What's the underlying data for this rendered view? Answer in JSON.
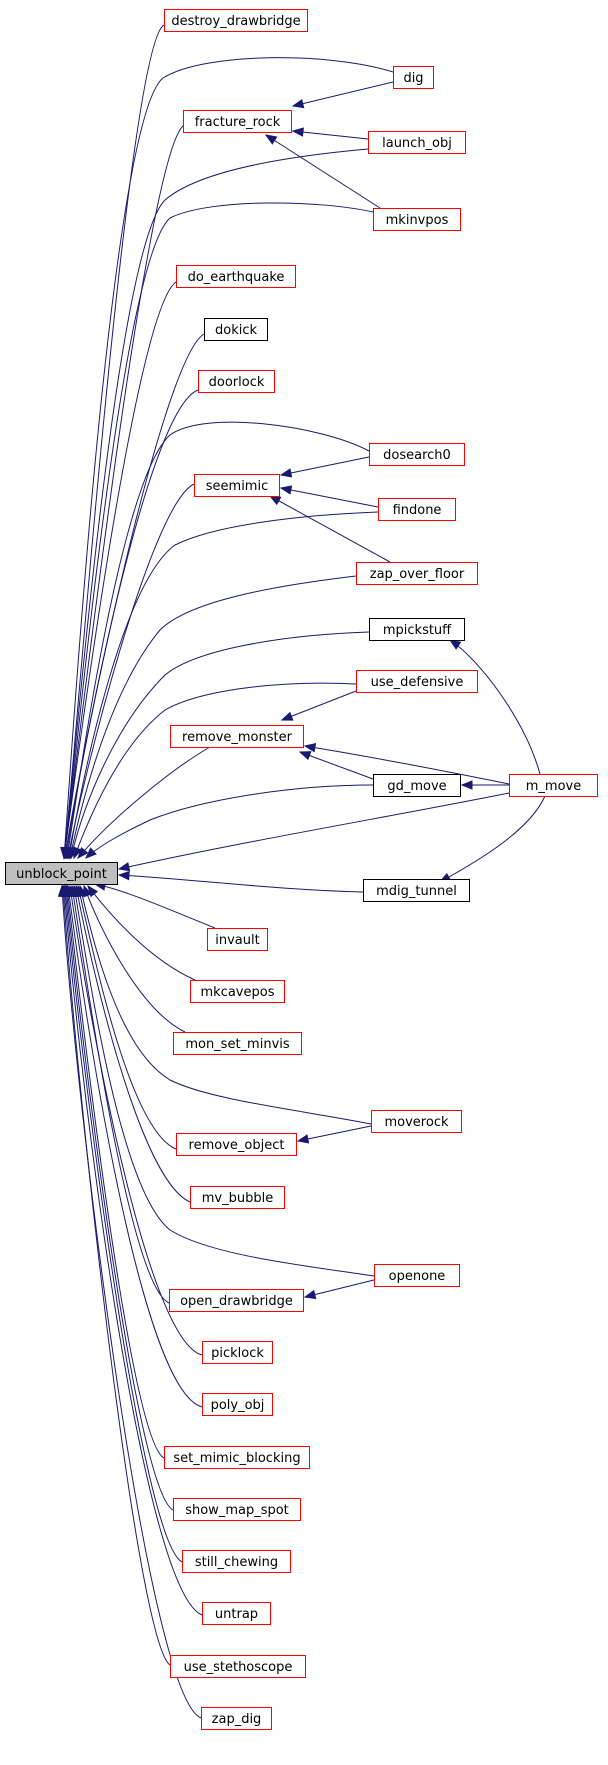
{
  "graph": {
    "root": "unblock_point",
    "colors": {
      "edge": "#191970",
      "red_border": "#ff0000",
      "black_border": "#000000",
      "root_fill": "#bfbfbf",
      "node_fill": "#ffffff"
    },
    "nodes": [
      {
        "id": "unblock_point",
        "label": "unblock_point",
        "border": "black",
        "root": true
      },
      {
        "id": "destroy_drawbridge",
        "label": "destroy_drawbridge",
        "border": "red"
      },
      {
        "id": "dig",
        "label": "dig",
        "border": "red"
      },
      {
        "id": "fracture_rock",
        "label": "fracture_rock",
        "border": "red"
      },
      {
        "id": "launch_obj",
        "label": "launch_obj",
        "border": "red"
      },
      {
        "id": "mkinvpos",
        "label": "mkinvpos",
        "border": "red"
      },
      {
        "id": "do_earthquake",
        "label": "do_earthquake",
        "border": "red"
      },
      {
        "id": "dokick",
        "label": "dokick",
        "border": "black"
      },
      {
        "id": "doorlock",
        "label": "doorlock",
        "border": "red"
      },
      {
        "id": "dosearch0",
        "label": "dosearch0",
        "border": "red"
      },
      {
        "id": "seemimic",
        "label": "seemimic",
        "border": "red"
      },
      {
        "id": "findone",
        "label": "findone",
        "border": "red"
      },
      {
        "id": "zap_over_floor",
        "label": "zap_over_floor",
        "border": "red"
      },
      {
        "id": "mpickstuff",
        "label": "mpickstuff",
        "border": "black"
      },
      {
        "id": "use_defensive",
        "label": "use_defensive",
        "border": "red"
      },
      {
        "id": "remove_monster",
        "label": "remove_monster",
        "border": "red"
      },
      {
        "id": "gd_move",
        "label": "gd_move",
        "border": "black"
      },
      {
        "id": "m_move",
        "label": "m_move",
        "border": "red"
      },
      {
        "id": "mdig_tunnel",
        "label": "mdig_tunnel",
        "border": "black"
      },
      {
        "id": "invault",
        "label": "invault",
        "border": "red"
      },
      {
        "id": "mkcavepos",
        "label": "mkcavepos",
        "border": "red"
      },
      {
        "id": "mon_set_minvis",
        "label": "mon_set_minvis",
        "border": "red"
      },
      {
        "id": "moverock",
        "label": "moverock",
        "border": "red"
      },
      {
        "id": "remove_object",
        "label": "remove_object",
        "border": "red"
      },
      {
        "id": "mv_bubble",
        "label": "mv_bubble",
        "border": "red"
      },
      {
        "id": "openone",
        "label": "openone",
        "border": "red"
      },
      {
        "id": "open_drawbridge",
        "label": "open_drawbridge",
        "border": "red"
      },
      {
        "id": "picklock",
        "label": "picklock",
        "border": "red"
      },
      {
        "id": "poly_obj",
        "label": "poly_obj",
        "border": "red"
      },
      {
        "id": "set_mimic_blocking",
        "label": "set_mimic_blocking",
        "border": "red"
      },
      {
        "id": "show_map_spot",
        "label": "show_map_spot",
        "border": "red"
      },
      {
        "id": "still_chewing",
        "label": "still_chewing",
        "border": "red"
      },
      {
        "id": "untrap",
        "label": "untrap",
        "border": "red"
      },
      {
        "id": "use_stethoscope",
        "label": "use_stethoscope",
        "border": "red"
      },
      {
        "id": "zap_dig",
        "label": "zap_dig",
        "border": "red"
      }
    ],
    "edges": [
      {
        "from": "destroy_drawbridge",
        "to": "unblock_point"
      },
      {
        "from": "dig",
        "to": "unblock_point"
      },
      {
        "from": "dig",
        "to": "fracture_rock"
      },
      {
        "from": "fracture_rock",
        "to": "unblock_point"
      },
      {
        "from": "launch_obj",
        "to": "fracture_rock"
      },
      {
        "from": "launch_obj",
        "to": "unblock_point"
      },
      {
        "from": "mkinvpos",
        "to": "fracture_rock"
      },
      {
        "from": "mkinvpos",
        "to": "unblock_point"
      },
      {
        "from": "do_earthquake",
        "to": "unblock_point"
      },
      {
        "from": "dokick",
        "to": "unblock_point"
      },
      {
        "from": "doorlock",
        "to": "unblock_point"
      },
      {
        "from": "dosearch0",
        "to": "unblock_point"
      },
      {
        "from": "dosearch0",
        "to": "seemimic"
      },
      {
        "from": "seemimic",
        "to": "unblock_point"
      },
      {
        "from": "findone",
        "to": "seemimic"
      },
      {
        "from": "findone",
        "to": "unblock_point"
      },
      {
        "from": "zap_over_floor",
        "to": "seemimic"
      },
      {
        "from": "zap_over_floor",
        "to": "unblock_point"
      },
      {
        "from": "mpickstuff",
        "to": "unblock_point"
      },
      {
        "from": "m_move",
        "to": "mpickstuff"
      },
      {
        "from": "use_defensive",
        "to": "unblock_point"
      },
      {
        "from": "use_defensive",
        "to": "remove_monster"
      },
      {
        "from": "remove_monster",
        "to": "unblock_point"
      },
      {
        "from": "m_move",
        "to": "remove_monster"
      },
      {
        "from": "gd_move",
        "to": "remove_monster"
      },
      {
        "from": "gd_move",
        "to": "unblock_point"
      },
      {
        "from": "m_move",
        "to": "gd_move"
      },
      {
        "from": "m_move",
        "to": "unblock_point"
      },
      {
        "from": "m_move",
        "to": "mdig_tunnel"
      },
      {
        "from": "mdig_tunnel",
        "to": "unblock_point"
      },
      {
        "from": "invault",
        "to": "unblock_point"
      },
      {
        "from": "mkcavepos",
        "to": "unblock_point"
      },
      {
        "from": "mon_set_minvis",
        "to": "unblock_point"
      },
      {
        "from": "moverock",
        "to": "unblock_point"
      },
      {
        "from": "moverock",
        "to": "remove_object"
      },
      {
        "from": "remove_object",
        "to": "unblock_point"
      },
      {
        "from": "mv_bubble",
        "to": "unblock_point"
      },
      {
        "from": "openone",
        "to": "unblock_point"
      },
      {
        "from": "openone",
        "to": "open_drawbridge"
      },
      {
        "from": "open_drawbridge",
        "to": "unblock_point"
      },
      {
        "from": "picklock",
        "to": "unblock_point"
      },
      {
        "from": "poly_obj",
        "to": "unblock_point"
      },
      {
        "from": "set_mimic_blocking",
        "to": "unblock_point"
      },
      {
        "from": "show_map_spot",
        "to": "unblock_point"
      },
      {
        "from": "still_chewing",
        "to": "unblock_point"
      },
      {
        "from": "untrap",
        "to": "unblock_point"
      },
      {
        "from": "use_stethoscope",
        "to": "unblock_point"
      },
      {
        "from": "zap_dig",
        "to": "unblock_point"
      }
    ]
  }
}
